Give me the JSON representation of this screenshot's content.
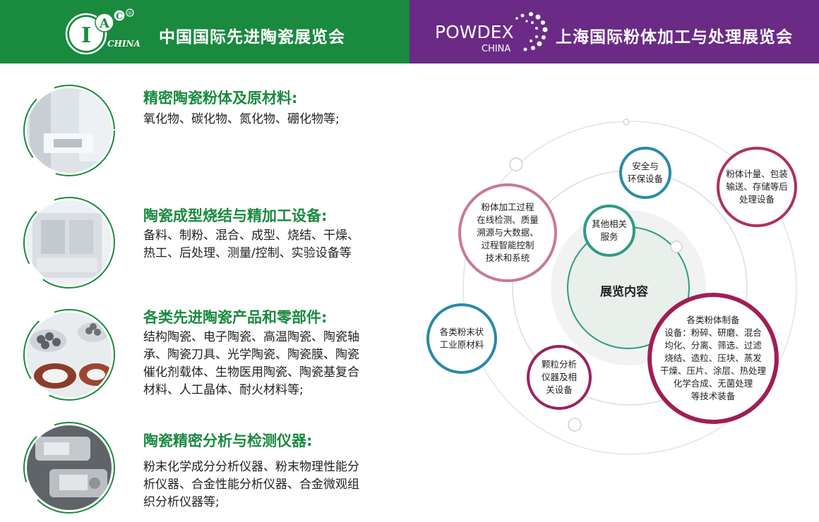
{
  "header": {
    "left_title": "中国国际先进陶瓷展览会",
    "right_title": "上海国际粉体加工与处理展览会",
    "ciac_logo": {
      "letters": [
        "I",
        "A",
        "C"
      ],
      "mark": "®",
      "sub": "CHINA"
    },
    "powdex_logo": {
      "word": "POWDEX",
      "sub": "CHINA"
    },
    "colors": {
      "green": "#1a8a3f",
      "purple": "#6a2a86"
    }
  },
  "items": [
    {
      "title": "精密陶瓷粉体及原材料:",
      "desc": [
        "氧化物、碳化物、氮化物、硼化物等;"
      ],
      "image": "powder-materials"
    },
    {
      "title": "陶瓷成型烧结与精加工设备:",
      "desc": [
        "备料、制粉、混合、成型、烧结、干燥、",
        "热工、后处理、测量/控制、实验设备等"
      ],
      "image": "sintering-equipment"
    },
    {
      "title": "各类先进陶瓷产品和零部件:",
      "desc": [
        "结构陶瓷、电子陶瓷、高温陶瓷、陶瓷轴",
        "承、陶瓷刀具、光学陶瓷、陶瓷膜、陶瓷",
        "催化剂载体、生物医用陶瓷、陶瓷基复合",
        "材料、人工晶体、耐火材料等;"
      ],
      "image": "ceramic-parts"
    },
    {
      "title": "陶瓷精密分析与检测仪器:",
      "desc": [
        "粉末化学成分分析仪器、粉末物理性能分",
        "析仪器、合金性能分析仪器、合金微观组",
        "织分析仪器等;"
      ],
      "image": "testing-instruments"
    }
  ],
  "diagram": {
    "center": "展览内容",
    "bubbles": [
      {
        "key": "safety",
        "lines": [
          "安全与",
          "环保设备"
        ],
        "color": "#2a8aa8"
      },
      {
        "key": "metering",
        "lines": [
          "粉体计量、包装",
          "输送、存储等后",
          "处理设备"
        ],
        "color": "#b0305e"
      },
      {
        "key": "process",
        "lines": [
          "粉体加工过程",
          "在线检测、质量",
          "溯源与大数据、",
          "过程智能控制",
          "技术和系统"
        ],
        "color": "#c9789a"
      },
      {
        "key": "other",
        "lines": [
          "其他相关",
          "服务"
        ],
        "color": "#2f9a86"
      },
      {
        "key": "raw",
        "lines": [
          "各类粉末状",
          "工业原材料"
        ],
        "color": "#2a8aa8"
      },
      {
        "key": "particle",
        "lines": [
          "颗粒分析",
          "仪器及相",
          "关设备"
        ],
        "color": "#9a2360"
      },
      {
        "key": "prep",
        "lines": [
          "各类粉体制备",
          "设备：粉碎、研磨、混合",
          "均化、分离、筛选、过滤",
          "烧结、造粒、压块、蒸发",
          "干燥、压片、涂层、热处理",
          "化学合成、无菌处理",
          "等技术装备"
        ],
        "color": "#a01e55"
      }
    ]
  }
}
